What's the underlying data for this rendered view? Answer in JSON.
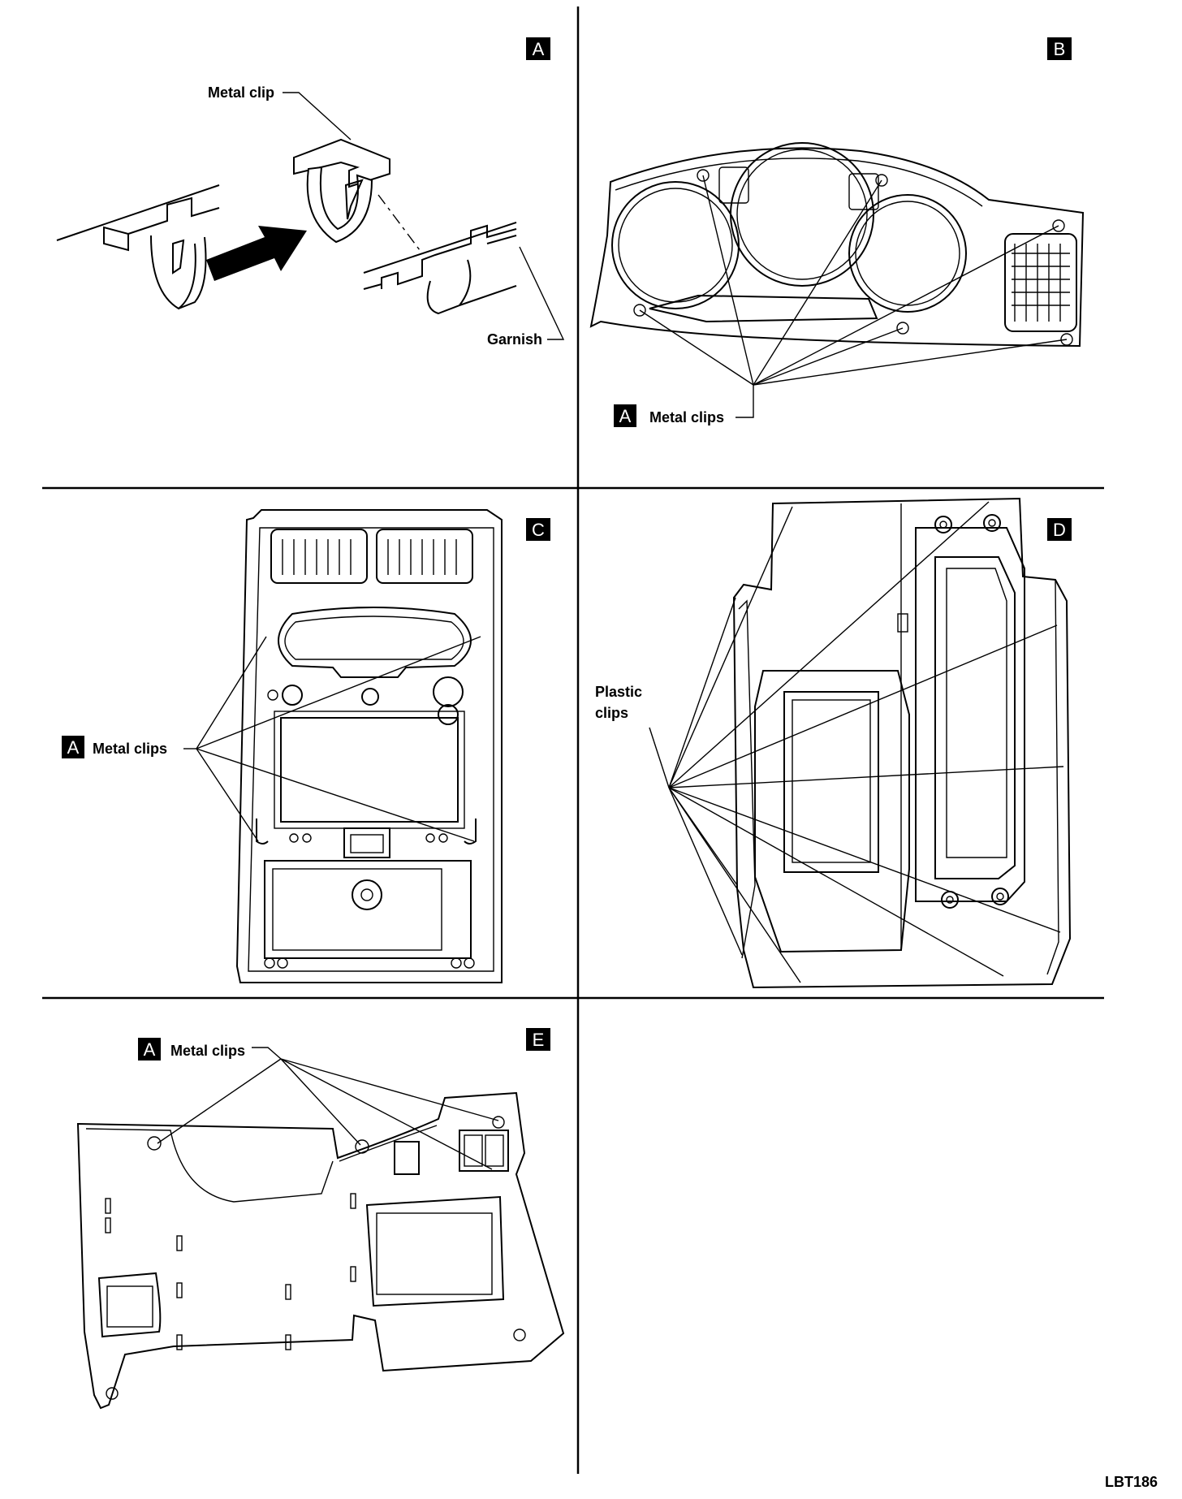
{
  "panels": {
    "a": {
      "letter": "A",
      "callouts": {
        "clip": "Metal clip",
        "garnish": "Garnish"
      }
    },
    "b": {
      "letter": "B",
      "badge": "A",
      "label": "Metal clips"
    },
    "c": {
      "letter": "C",
      "badge": "A",
      "label": "Metal clips"
    },
    "d": {
      "letter": "D",
      "label_line1": "Plastic",
      "label_line2": "clips"
    },
    "e": {
      "letter": "E",
      "badge": "A",
      "label": "Metal clips"
    }
  },
  "figure_ref": "LBT186"
}
